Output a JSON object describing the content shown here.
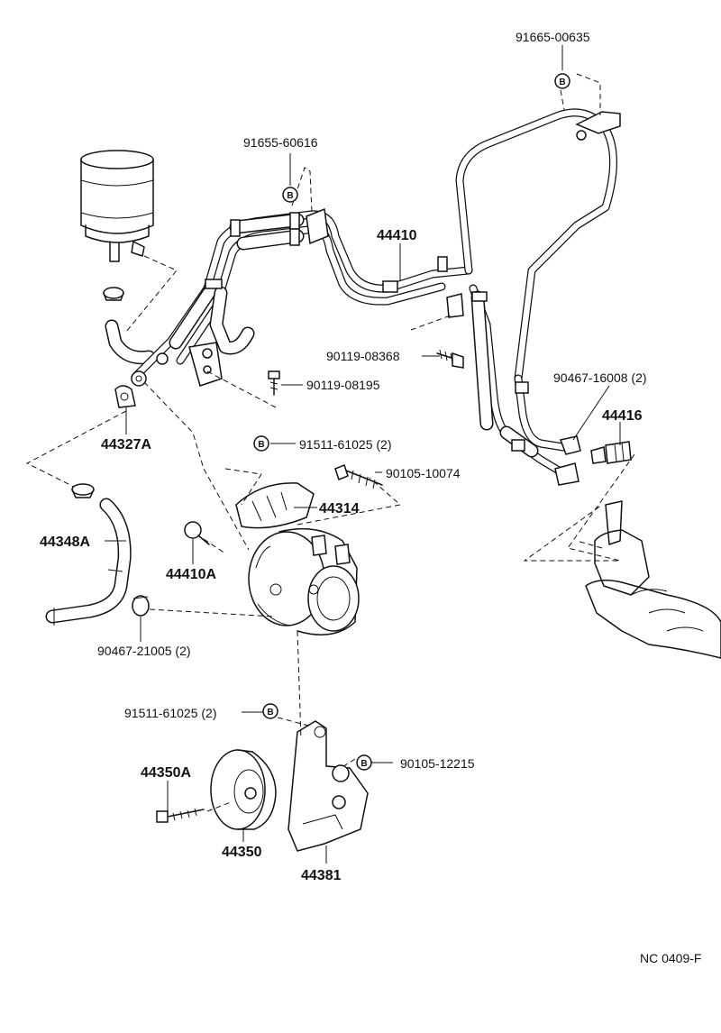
{
  "labels": {
    "p91665_00635": "91665-00635",
    "p91655_60616": "91655-60616",
    "p44410": "44410",
    "p90119_08368": "90119-08368",
    "p90119_08195": "90119-08195",
    "p90467_16008": "90467-16008 (2)",
    "p44416": "44416",
    "p44327A": "44327A",
    "p91511_61025_top": "91511-61025 (2)",
    "p90105_10074": "90105-10074",
    "p44314": "44314",
    "p44348A": "44348A",
    "p44410A": "44410A",
    "p90467_21005": "90467-21005 (2)",
    "p91511_61025_bottom": "91511-61025 (2)",
    "p90105_12215": "90105-12215",
    "p44350A": "44350A",
    "p44350": "44350",
    "p44381": "44381"
  },
  "badge_letter": "B",
  "footer_code": "NC 0409-F"
}
